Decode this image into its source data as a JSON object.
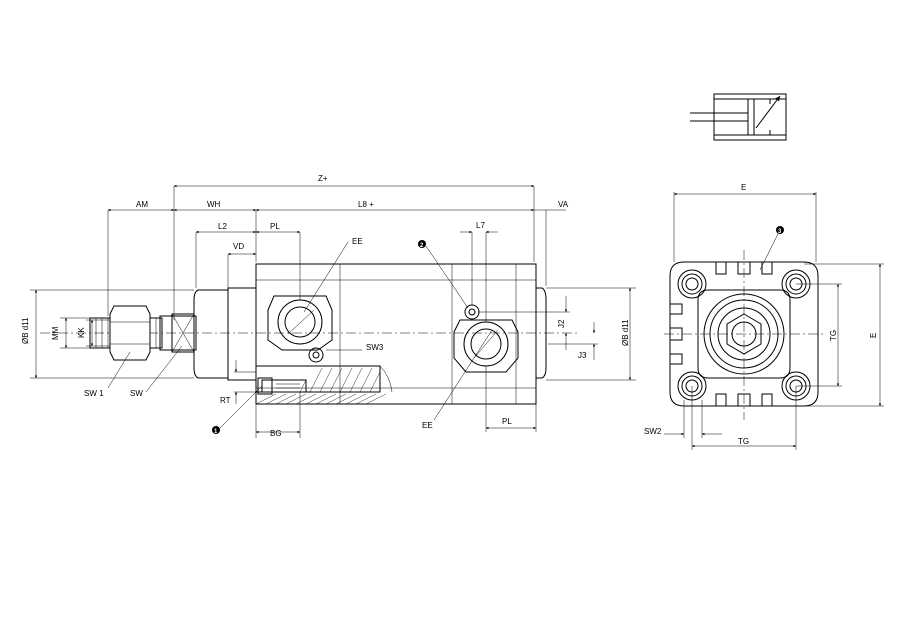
{
  "labels": {
    "z_plus": "Z+",
    "am": "AM",
    "wh": "WH",
    "l8_plus": "L8 +",
    "va": "VA",
    "l2": "L2",
    "pl_top": "PL",
    "ee_top": "EE",
    "vd": "VD",
    "l7": "L7",
    "marker_2": "2",
    "b_d11_left": "ØB d11",
    "mm": "MM",
    "kk": "KK",
    "sw3": "SW3",
    "j2": "J2",
    "j3": "J3",
    "b_d11_right": "ØB d11",
    "sw1": "SW 1",
    "sw": "SW",
    "rt": "RT",
    "marker_1": "1",
    "bg": "BG",
    "ee_bottom": "EE",
    "pl_bottom": "PL",
    "e_top": "E",
    "marker_3": "3",
    "tg_vertical": "TG",
    "e_vertical": "E",
    "sw2": "SW2",
    "tg_horizontal": "TG"
  }
}
